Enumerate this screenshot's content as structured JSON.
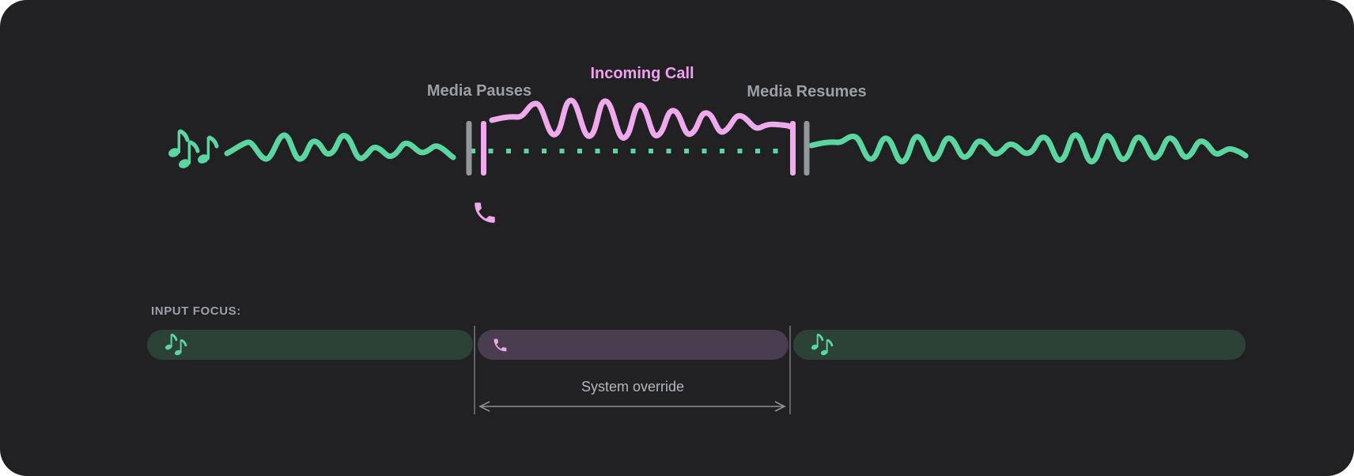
{
  "colors": {
    "card_bg": "#212124",
    "media_green": "#5bd6a1",
    "media_green_dark": "#2c4237",
    "call_pink": "#efa9ed",
    "call_pink_text": "#f0a0ee",
    "call_purple_dark": "#493d4f",
    "label_gray": "#9aa0a6",
    "line_gray": "#9aa0a6",
    "override_gray": "#b3b7bc",
    "bar_gray": "#94989d"
  },
  "timeline": {
    "media_pauses_label": "Media Pauses",
    "incoming_call_label": "Incoming Call",
    "media_resumes_label": "Media Resumes"
  },
  "input_focus": {
    "label": "INPUT FOCUS:",
    "override_label": "System override",
    "segments": [
      {
        "kind": "media"
      },
      {
        "kind": "call"
      },
      {
        "kind": "media"
      }
    ]
  },
  "icons": {
    "music": "music-notes-icon",
    "phone": "phone-icon"
  }
}
